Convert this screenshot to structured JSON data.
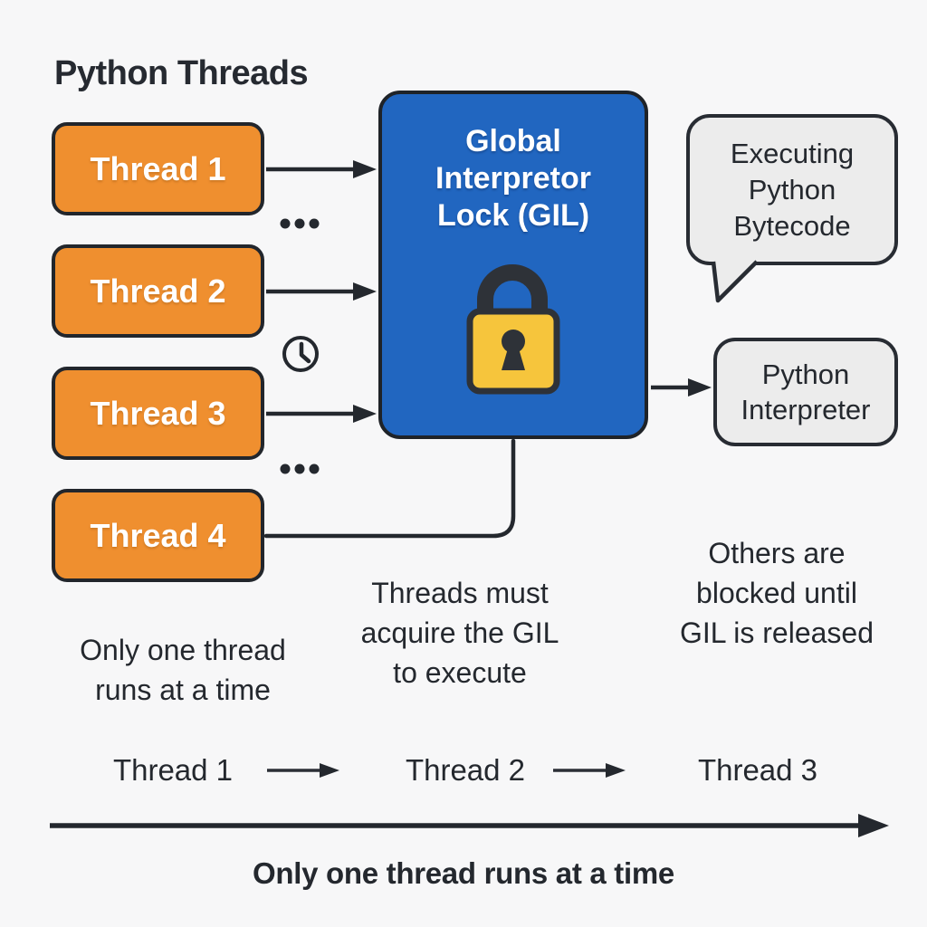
{
  "title": "Python Threads",
  "threads": [
    {
      "label": "Thread 1"
    },
    {
      "label": "Thread 2"
    },
    {
      "label": "Thread 3"
    },
    {
      "label": "Thread 4"
    }
  ],
  "ellipsis": "...",
  "gil": {
    "lines": [
      "Global",
      "Interpretor",
      "Lock (GIL)"
    ]
  },
  "bubble": {
    "lines": [
      "Executing",
      "Python",
      "Bytecode"
    ]
  },
  "interpreter": {
    "lines": [
      "Python",
      "Interpreter"
    ]
  },
  "notes": {
    "left": {
      "lines": [
        "Only one thread",
        "runs at a time"
      ]
    },
    "center": {
      "lines": [
        "Threads must",
        "acquire the GIL",
        "to execute"
      ]
    },
    "right": {
      "lines": [
        "Others are",
        "blocked until",
        "GIL is released"
      ]
    }
  },
  "timeline": {
    "items": [
      {
        "label": "Thread 1"
      },
      {
        "label": "Thread 2"
      },
      {
        "label": "Thread 3"
      }
    ],
    "caption": "Only one thread runs at a time"
  },
  "icons": {
    "lock": "padlock-icon",
    "clock": "clock-icon",
    "ellipsis_top": "ellipsis-dots",
    "ellipsis_bottom": "ellipsis-dots"
  },
  "colors": {
    "background": "#F7F7F8",
    "ink": "#24282E",
    "orange": "#EF8F2F",
    "blue": "#2166C0",
    "yellow": "#F6C53C",
    "panel": "#ECECEC",
    "white": "#FFFFFF"
  }
}
